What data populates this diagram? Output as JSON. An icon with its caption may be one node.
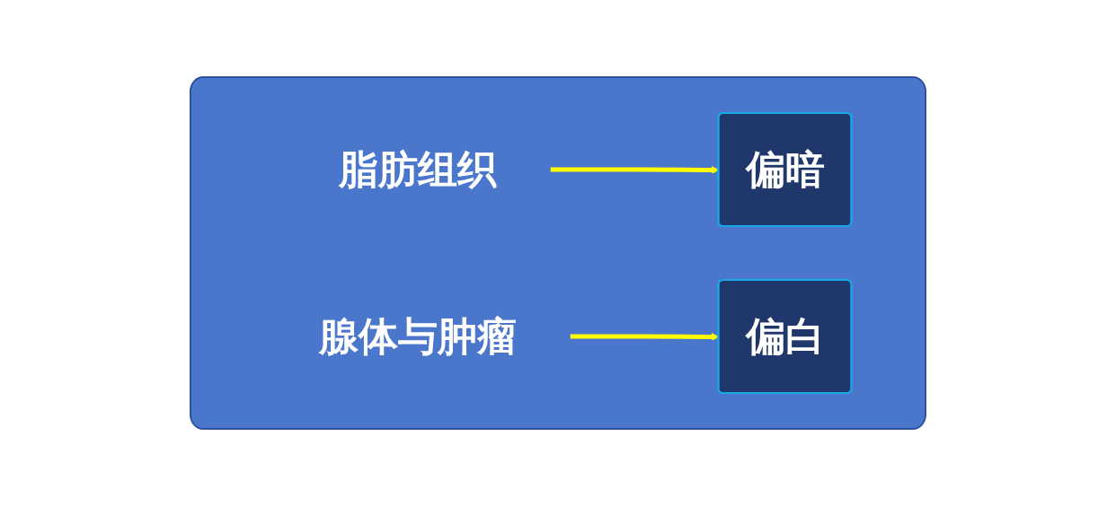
{
  "diagram": {
    "nodes": [
      {
        "text": [],
        "shape": "box"
      },
      {
        "text": [
          "脂肪组织"
        ],
        "in": 0
      },
      {
        "text": [
          "偏暗"
        ],
        "in": 0
      },
      {
        "text": [
          "腺体与肿瘤"
        ],
        "in": 0
      },
      {
        "text": [
          "偏白"
        ],
        "in": 0
      }
    ],
    "edges": [
      {
        "from": 1,
        "to": 2,
        "arrow": "to"
      },
      {
        "from": 3,
        "to": 4,
        "arrow": "to"
      }
    ]
  }
}
